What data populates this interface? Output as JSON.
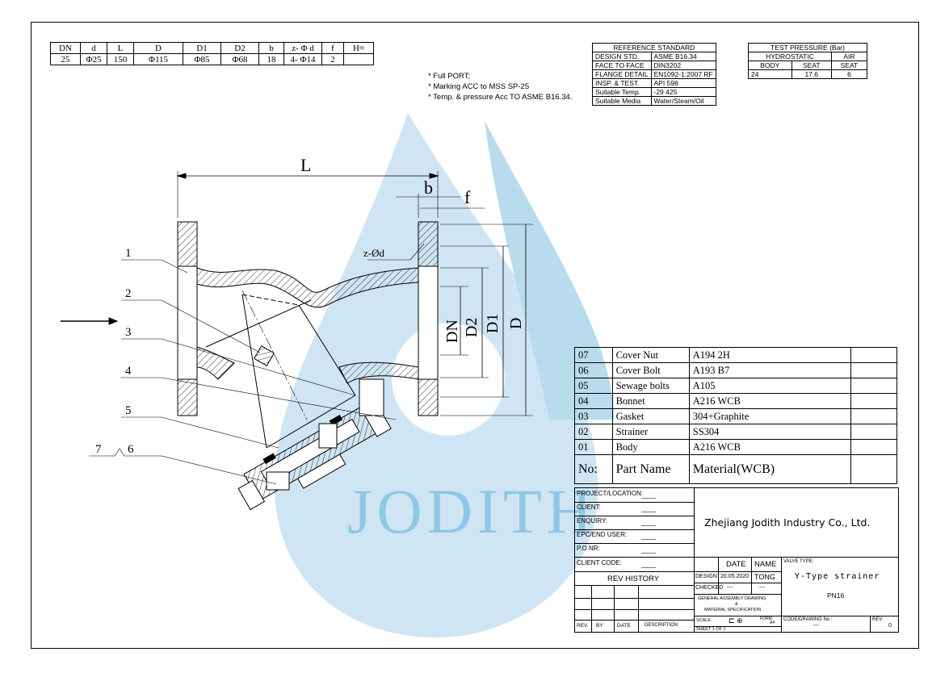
{
  "dims_table": {
    "headers": [
      "DN",
      "d",
      "L",
      "D",
      "D1",
      "D2",
      "b",
      "z- Φ d",
      "f",
      "H≈"
    ],
    "values": [
      "25",
      "Φ25",
      "150",
      "Φ115",
      "Φ85",
      "Φ68",
      "18",
      "4- Φ14",
      "2",
      ""
    ]
  },
  "notes": [
    "*   Full PORT;",
    "*   Marking ACC to MSS SP-25",
    "*   Temp. & pressure Acc TO ASME B16.34."
  ],
  "reference_standard": {
    "title": "REFERENCE STANDARD",
    "rows": [
      [
        "DESIGN STD.",
        "ASME B16.34"
      ],
      [
        "FACE TO FACE",
        "DIN3202"
      ],
      [
        "FLANGE DETAIL",
        "EN1092-1:2007 RF"
      ],
      [
        "INSP. & TEST.",
        "API 598"
      ],
      [
        "Suitable Temp.",
        "-29   425"
      ],
      [
        "Suitable Media",
        "Water/Steam/Oil"
      ]
    ]
  },
  "test_pressure": {
    "title": "TEST PRESSURE (Bar)",
    "sub1": "HYDROSTATIC",
    "sub2": "AIR",
    "cols": [
      "BODY",
      "SEAT",
      "SEAT"
    ],
    "vals": [
      "24",
      "17.6",
      "6"
    ]
  },
  "drawing": {
    "dim_L": "L",
    "dim_b": "b",
    "dim_f": "f",
    "dim_zd": "z-Ød",
    "dim_DN": "DN",
    "dim_D2": "D2",
    "dim_D1": "D1",
    "dim_D": "D",
    "callouts": [
      "1",
      "2",
      "3",
      "4",
      "5",
      "7",
      "6"
    ],
    "watermark": "JODITH"
  },
  "parts_list": {
    "rows": [
      [
        "07",
        "Cover Nut",
        "A194 2H"
      ],
      [
        "06",
        "Cover Bolt",
        "A193 B7"
      ],
      [
        "05",
        "Sewage bolts",
        "A105"
      ],
      [
        "04",
        "Bonnet",
        "A216 WCB"
      ],
      [
        "03",
        "Gasket",
        "304+Graphite"
      ],
      [
        "02",
        "Strainer",
        "SS304"
      ],
      [
        "01",
        "Body",
        "A216 WCB"
      ]
    ],
    "header": [
      "No:",
      "Part Name",
      "Material(WCB)"
    ]
  },
  "title_block": {
    "project": "PROJECT/LOCATION:",
    "client": "CLIENT:",
    "enquiry": "ENQUIRY:",
    "epc": "EPC/END USER:",
    "po": "P.O.NR:",
    "client_code": "CLIENT CODE:",
    "blank": "____",
    "company": "Zhejiang Jodith Industry Co., Ltd.",
    "rev_history": "REV HISTORY",
    "rev_cols": [
      "REV.",
      "BY",
      "DATE",
      "DESCRIPTION"
    ],
    "date": "DATE",
    "name": "NAME",
    "design": "DESIGN",
    "design_date": "20.05.2020",
    "design_name": "TONG",
    "checked": "CHECKED",
    "checked_date": "---",
    "checked_name": "---",
    "gad1": "GENERAL ASSEMBLY DRAWING",
    "gad2": "&",
    "gad3": "MATERIAL SPECIFICATION",
    "scale": "SCALE",
    "form": "FORM:",
    "form_val": "A4",
    "sheet": "SHEET  1  OF  1",
    "valve_type_label": "VALVE TYPE:",
    "valve_type": "Y-Type strainer",
    "pn": "PN16",
    "code_label": "CODE/DRAWING No :",
    "code_val": "---",
    "rev_label": "REV:",
    "rev_val": "0"
  }
}
